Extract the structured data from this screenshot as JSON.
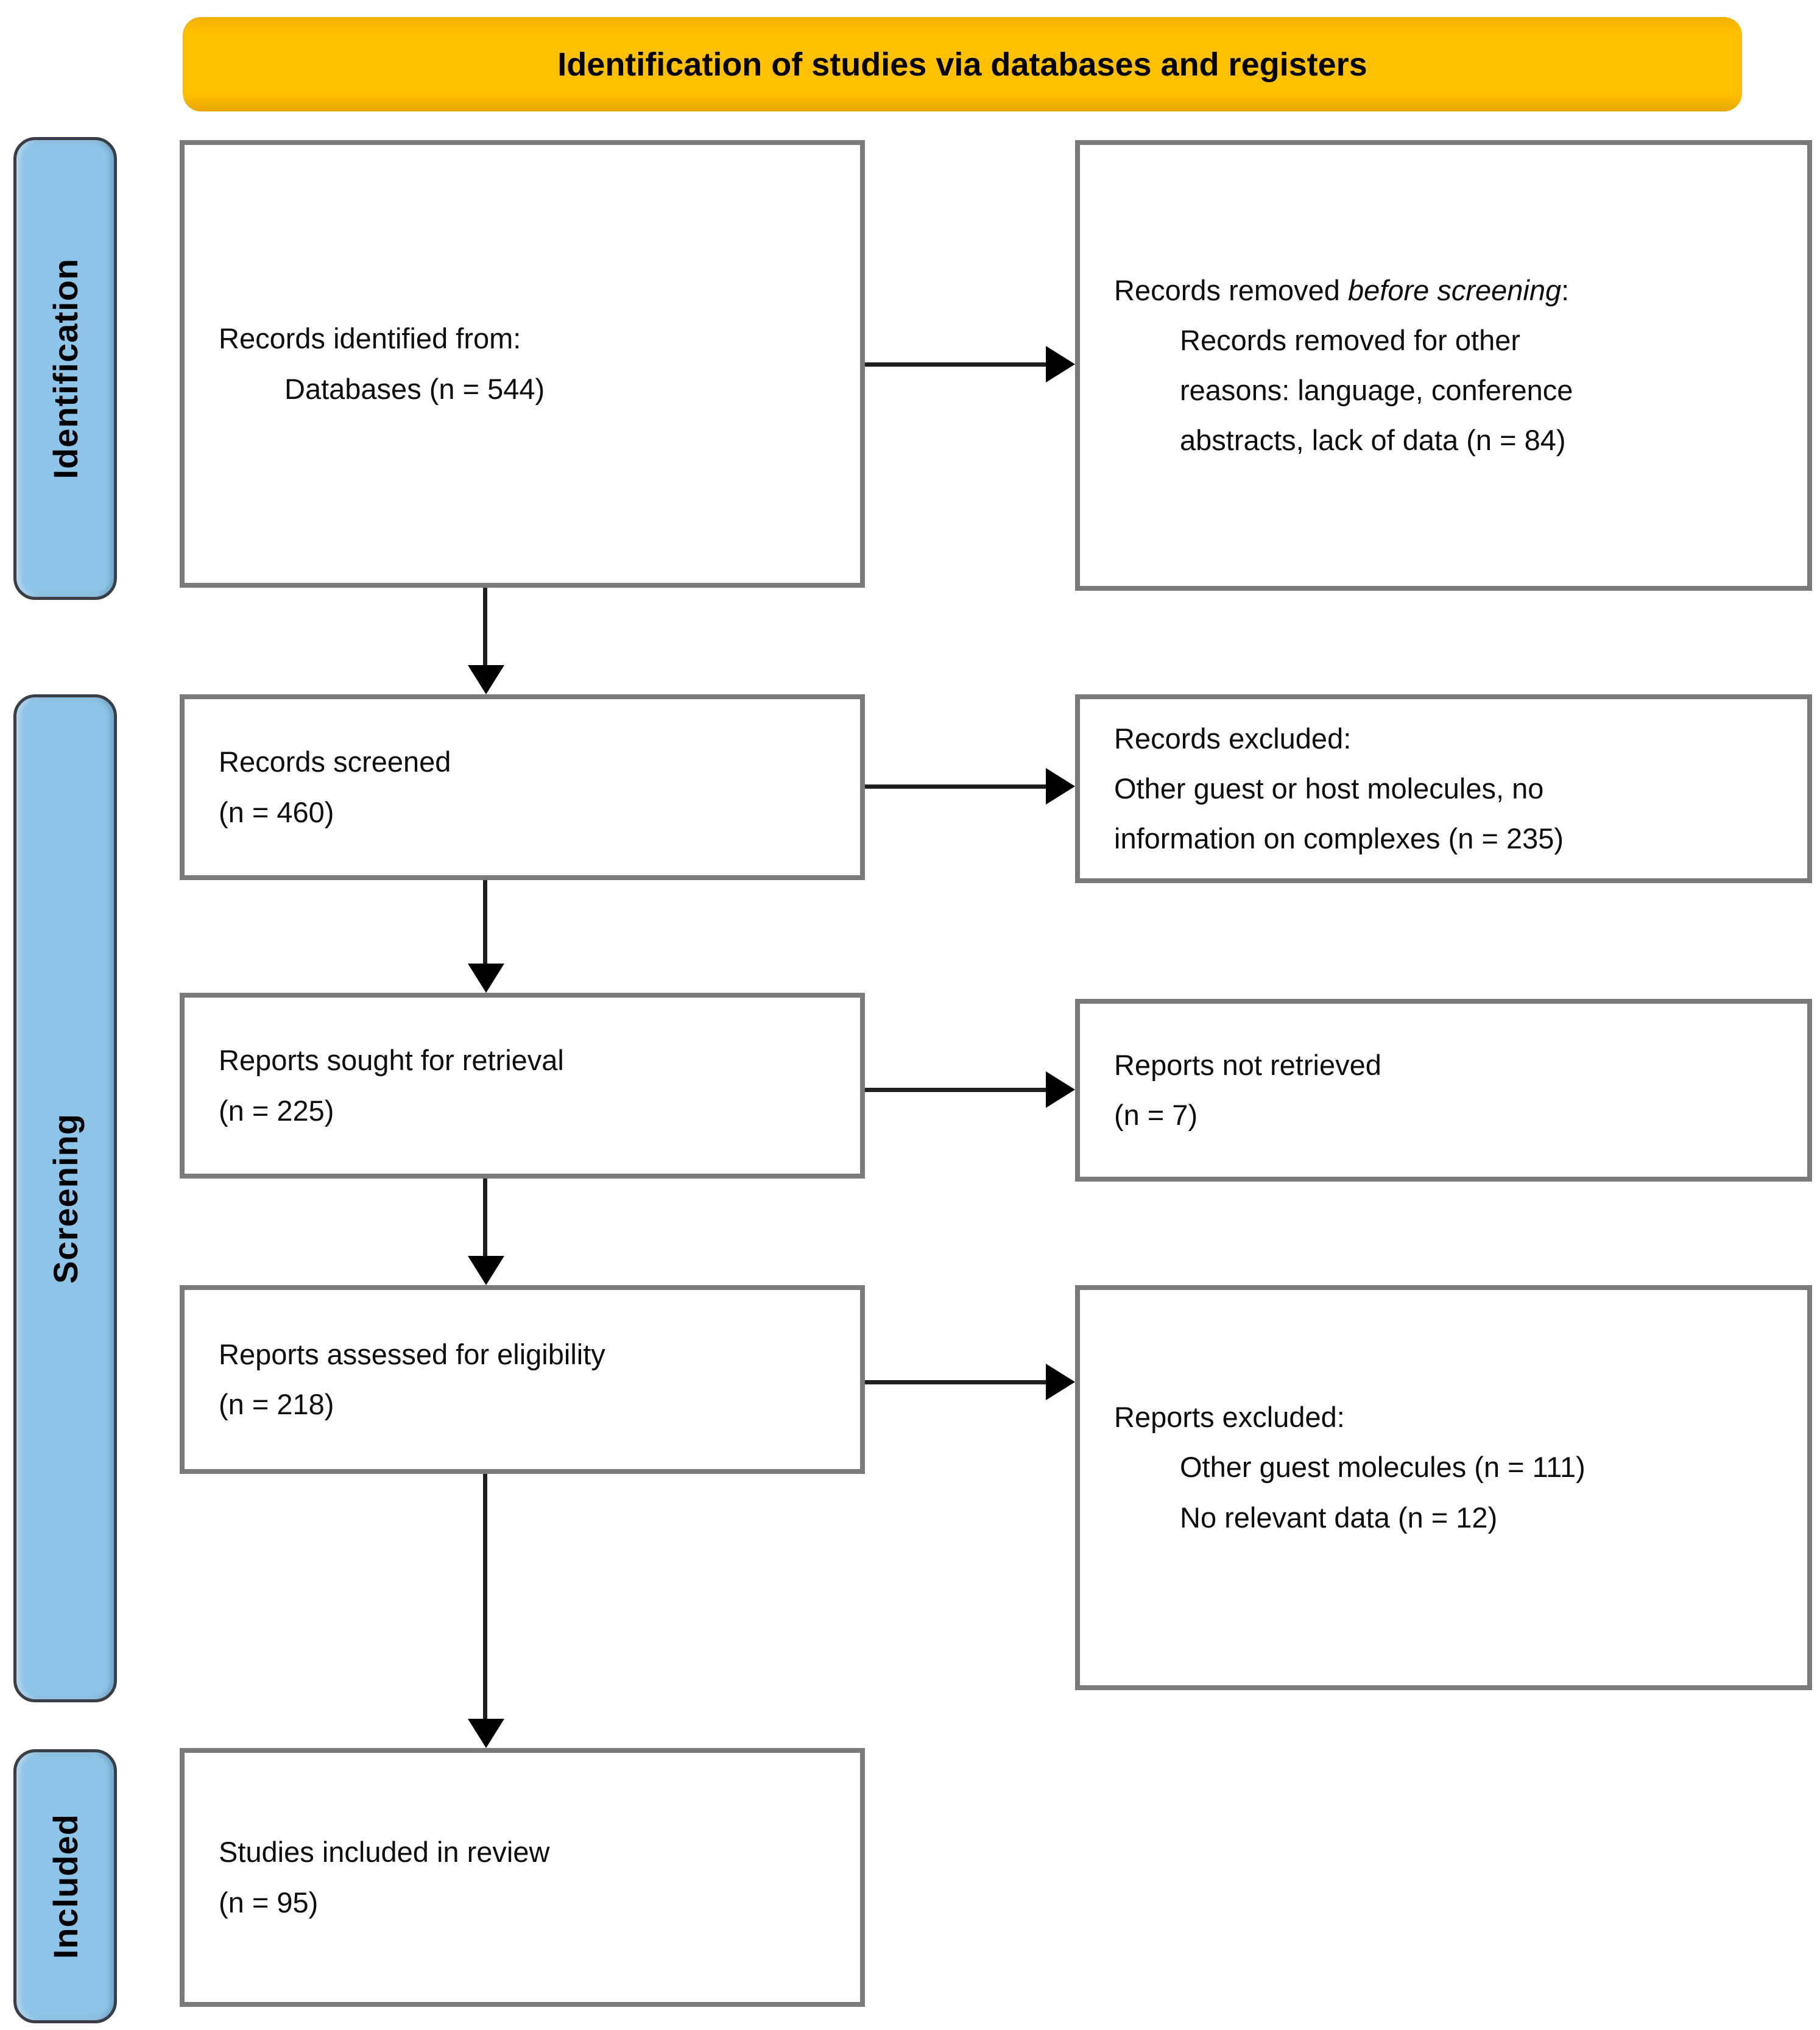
{
  "banner": {
    "label": "Identification of studies via databases and registers"
  },
  "sidebar": {
    "stages": [
      {
        "label": "Identification"
      },
      {
        "label": "Screening"
      },
      {
        "label": "Included"
      }
    ]
  },
  "colors": {
    "banner_bg": "#FFC000",
    "stage_bg": "#8EC4E8",
    "box_border": "#7A7A7A"
  },
  "flow": {
    "identified": {
      "line1": "Records identified from:",
      "line2": "Databases (n = 544)"
    },
    "removed": {
      "lead_prefix": "Records removed ",
      "lead_italic": "before screening",
      "lead_suffix": ":",
      "detail_lines": [
        "Records removed for other",
        "reasons: language, conference",
        "abstracts, lack of data (n = 84)"
      ]
    },
    "screened": {
      "line1": "Records screened",
      "line2": "(n = 460)"
    },
    "excluded_records": {
      "line1": "Records excluded:",
      "detail_lines": [
        "Other guest or host molecules, no",
        "information on complexes (n = 235)"
      ]
    },
    "sought": {
      "line1": "Reports sought for retrieval",
      "line2": "(n = 225)"
    },
    "not_retrieved": {
      "line1": "Reports not retrieved",
      "line2": "(n = 7)"
    },
    "assessed": {
      "line1": "Reports assessed for eligibility",
      "line2": "(n = 218)"
    },
    "excluded_reports": {
      "line1": "Reports excluded:",
      "items": [
        {
          "label": "Other guest molecules (n = 111)"
        },
        {
          "label": "No relevant data (n = 12)"
        }
      ]
    },
    "included": {
      "line1": "Studies included in review",
      "line2": "(n = 95)"
    }
  }
}
